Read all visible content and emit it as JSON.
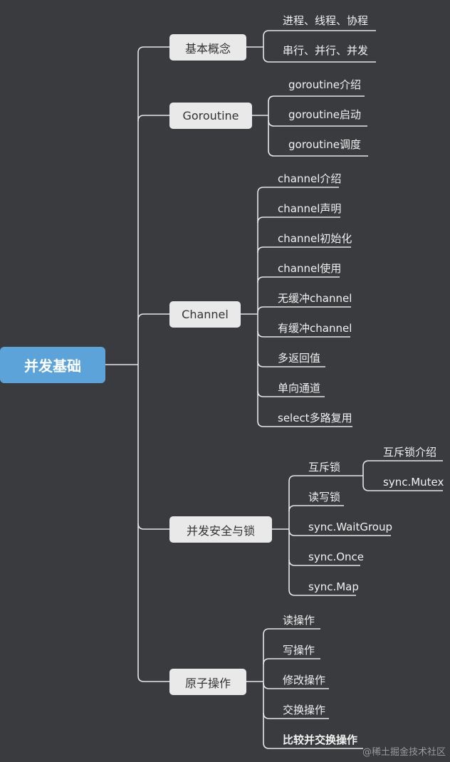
{
  "root": {
    "label": "并发基础"
  },
  "branches": [
    {
      "label": "基本概念",
      "children": [
        {
          "label": "进程、线程、协程"
        },
        {
          "label": "串行、并行、并发"
        }
      ]
    },
    {
      "label": "Goroutine",
      "children": [
        {
          "label": "goroutine介绍"
        },
        {
          "label": "goroutine启动"
        },
        {
          "label": "goroutine调度"
        }
      ]
    },
    {
      "label": "Channel",
      "children": [
        {
          "label": "channel介绍"
        },
        {
          "label": "channel声明"
        },
        {
          "label": "channel初始化"
        },
        {
          "label": "channel使用"
        },
        {
          "label": "无缓冲channel"
        },
        {
          "label": "有缓冲channel"
        },
        {
          "label": "多返回值"
        },
        {
          "label": "单向通道"
        },
        {
          "label": "select多路复用"
        }
      ]
    },
    {
      "label": "并发安全与锁",
      "children": [
        {
          "label": "互斥锁",
          "children": [
            {
              "label": "互斥锁介绍"
            },
            {
              "label": "sync.Mutex"
            }
          ]
        },
        {
          "label": "读写锁"
        },
        {
          "label": "sync.WaitGroup"
        },
        {
          "label": "sync.Once"
        },
        {
          "label": "sync.Map"
        }
      ]
    },
    {
      "label": "原子操作",
      "children": [
        {
          "label": "读操作"
        },
        {
          "label": "写操作"
        },
        {
          "label": "修改操作"
        },
        {
          "label": "交换操作"
        },
        {
          "label": "比较并交换操作"
        }
      ]
    }
  ],
  "watermark": "@稀土掘金技术社区",
  "colors": {
    "background": "#3a3b3e",
    "root": "#5ba3d8",
    "branch": "#e9e9ea",
    "line": "#e6e6e6"
  }
}
